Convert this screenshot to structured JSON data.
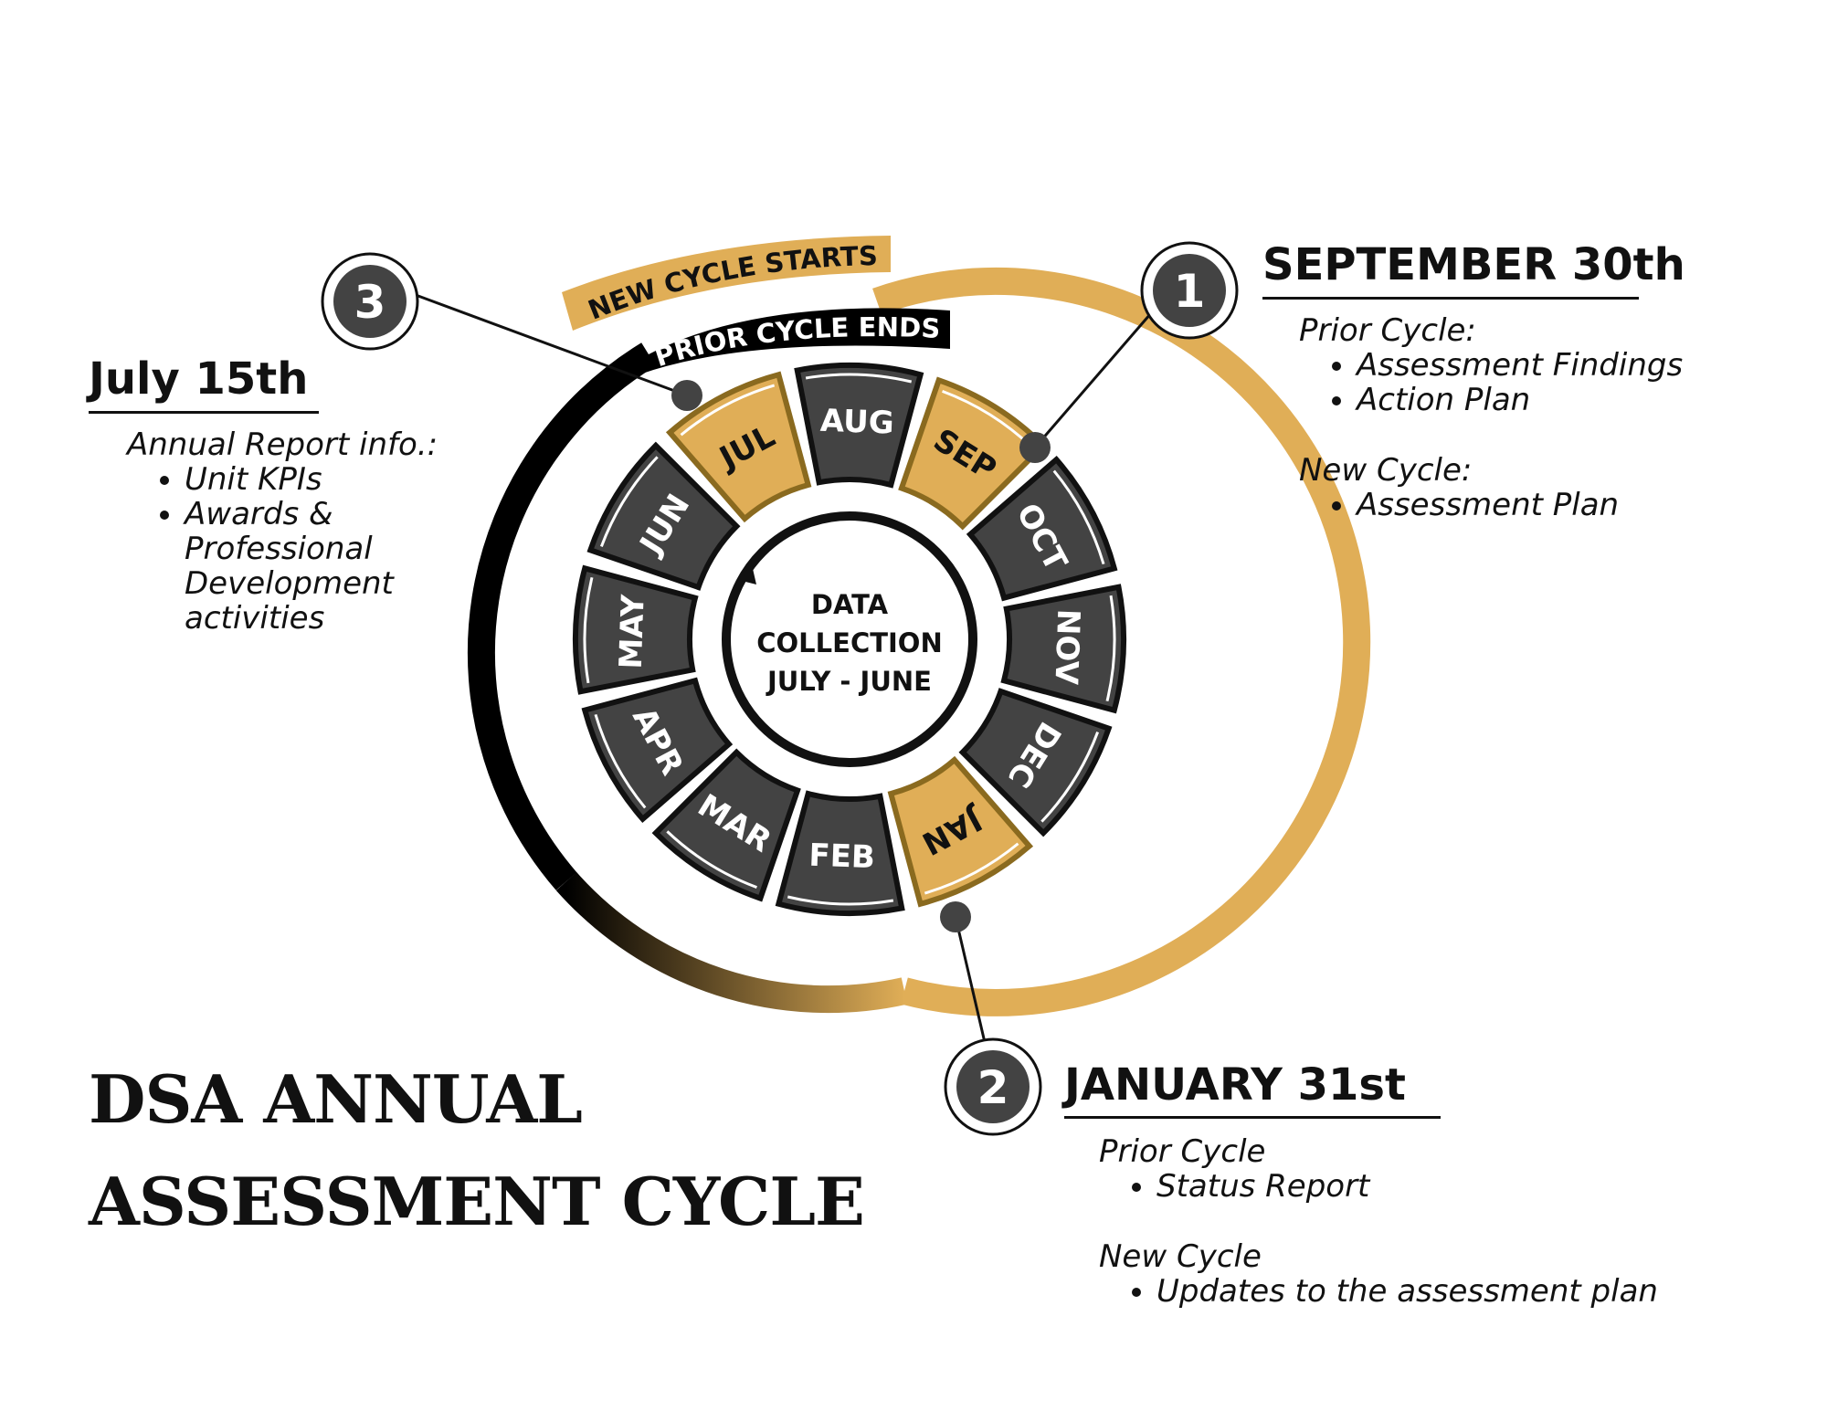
{
  "title": {
    "line1": "DSA ANNUAL",
    "line2": "ASSESSMENT CYCLE"
  },
  "center": {
    "line1": "DATA",
    "line2": "COLLECTION",
    "line3": "JULY - JUNE"
  },
  "banners": {
    "new_cycle": "NEW CYCLE STARTS",
    "prior_cycle": "PRIOR CYCLE ENDS"
  },
  "colors": {
    "gold": "#E0AE57",
    "dark": "#434343",
    "black": "#111111"
  },
  "months": [
    {
      "label": "JUL",
      "highlight": true
    },
    {
      "label": "AUG",
      "highlight": false
    },
    {
      "label": "SEP",
      "highlight": true
    },
    {
      "label": "OCT",
      "highlight": false
    },
    {
      "label": "NOV",
      "highlight": false
    },
    {
      "label": "DEC",
      "highlight": false
    },
    {
      "label": "JAN",
      "highlight": true
    },
    {
      "label": "FEB",
      "highlight": false
    },
    {
      "label": "MAR",
      "highlight": false
    },
    {
      "label": "APR",
      "highlight": false
    },
    {
      "label": "MAY",
      "highlight": false
    },
    {
      "label": "JUN",
      "highlight": false
    }
  ],
  "milestones": [
    {
      "number": "1",
      "date": "SEPTEMBER 30th",
      "groups": [
        {
          "heading": "Prior Cycle:",
          "items": [
            "Assessment Findings",
            "Action Plan"
          ]
        },
        {
          "heading": "New Cycle:",
          "items": [
            "Assessment Plan"
          ]
        }
      ]
    },
    {
      "number": "2",
      "date": "JANUARY 31st",
      "groups": [
        {
          "heading": "Prior Cycle",
          "items": [
            "Status Report"
          ]
        },
        {
          "heading": "New Cycle",
          "items": [
            "Updates to the assessment plan"
          ]
        }
      ]
    },
    {
      "number": "3",
      "date": "July 15th",
      "groups": [
        {
          "heading": "Annual Report info.:",
          "items": [
            "Unit KPIs",
            "Awards &",
            "Professional",
            "Development",
            "activities"
          ]
        }
      ]
    }
  ]
}
